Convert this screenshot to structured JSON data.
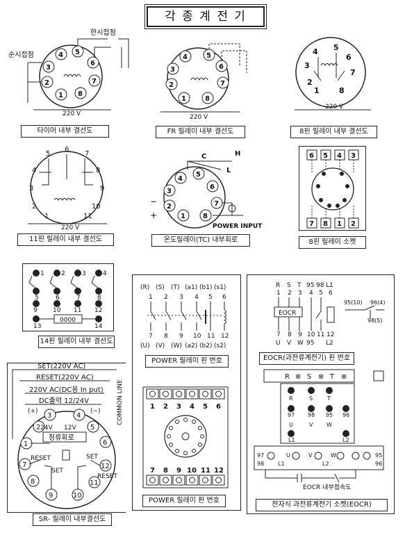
{
  "title": "각 종  계 전 기",
  "captions": {
    "timer": "타이머 내부 결선도",
    "fr": "FR 릴레이 내부 결선도",
    "pin8": "8핀 릴레이 내부 결선도",
    "pin11": "11핀 릴레이 내부 결선도",
    "tc": "온도릴레이(TC) 내부회로",
    "socket8": "8핀 릴레이 소켓",
    "pin14": "14핀 릴레이 내부 결선도",
    "power1": "POWER 릴레이 핀 번호",
    "eocr": "EOCR(과전류계전기) 핀 번호",
    "sr": "SR- 릴레이 내부결선도",
    "power2": "POWER 릴레이 핀 번호",
    "eocr_socket": "전자식 과전류계전기 소켓(EOCR)"
  },
  "timer": {
    "instant": "순시접점",
    "delay": "한시접점",
    "voltage": "220 V",
    "pins": [
      "1",
      "2",
      "3",
      "4",
      "5",
      "6",
      "7",
      "8"
    ]
  },
  "fr": {
    "voltage": "220 V",
    "pins": [
      "1",
      "2",
      "3",
      "4",
      "5",
      "6",
      "7",
      "8"
    ]
  },
  "pin8": {
    "voltage": "220 V",
    "pins": [
      "1",
      "2",
      "3",
      "4",
      "5",
      "6",
      "7",
      "8"
    ]
  },
  "pin11": {
    "voltage": "220 V",
    "pins": [
      "1",
      "2",
      "3",
      "4",
      "5",
      "6",
      "7",
      "8",
      "9",
      "10",
      "11"
    ]
  },
  "tc": {
    "c": "C",
    "h": "H",
    "l": "L",
    "minus": "−",
    "plus": "+",
    "power_input": "POWER INPUT",
    "pins": [
      "1",
      "2",
      "3",
      "4",
      "5",
      "6",
      "7",
      "8"
    ]
  },
  "socket8": {
    "top": [
      "6",
      "5",
      "4",
      "3"
    ],
    "bottom": [
      "7",
      "8",
      "1",
      "2"
    ]
  },
  "pin14": {
    "cols": [
      [
        "1",
        "5",
        "9"
      ],
      [
        "2",
        "6",
        "10"
      ],
      [
        "3",
        "7",
        "11"
      ],
      [
        "4",
        "8",
        "12"
      ]
    ],
    "bottom_left": "13",
    "bottom_right": "14",
    "coil": "0000"
  },
  "power1": {
    "top_labels": [
      "(R)",
      "(S)",
      "(T)",
      "(a1)",
      "(b1)",
      "(s1)"
    ],
    "top_pins": [
      "1",
      "2",
      "3",
      "4",
      "5",
      "6"
    ],
    "bottom_pins": [
      "7",
      "8",
      "9",
      "10",
      "11",
      "12"
    ],
    "bottom_labels": [
      "(U)",
      "(V)",
      "(W)",
      "(a2)",
      "(b2)",
      "(s2)"
    ]
  },
  "eocr": {
    "top": [
      "R",
      "S",
      "T",
      "95",
      "98",
      "L1"
    ],
    "top_nums": [
      "1",
      "2",
      "3",
      "4",
      "5",
      "6"
    ],
    "box": "EOCR",
    "bottom_nums": [
      "7",
      "8",
      "9",
      "10",
      "11",
      "12"
    ],
    "bottom": [
      "U",
      "V",
      "W",
      "95",
      "",
      "L2"
    ],
    "contact_labels": [
      "95(10)",
      "96(4)",
      "98(5)"
    ]
  },
  "sr": {
    "set": "SET(220V AC)",
    "reset": "RESET(220V AC)",
    "supply": "220V AC(DC용 In put)",
    "dc_out": "DC출력 12/24V",
    "plus": "(+)",
    "minus": "(−)",
    "common": "COMMON LINE",
    "v24": "24V",
    "v12": "12V",
    "rectifier": "정류회로",
    "reset_l": "RESET",
    "set_l": "SET",
    "set_r": "SET",
    "reset_r": "RESET",
    "pins": [
      "1",
      "2",
      "3",
      "4",
      "5",
      "6",
      "7",
      "8",
      "9",
      "10",
      "11",
      "12"
    ]
  },
  "power2": {
    "top_nums": [
      "1",
      "2",
      "3",
      "4",
      "5",
      "6"
    ],
    "bottom_nums": [
      "7",
      "8",
      "9",
      "10",
      "11",
      "12"
    ]
  },
  "eocr_socket": {
    "top_row": [
      "R",
      "⊗",
      "S",
      "⊗",
      "T",
      "⊗"
    ],
    "col_left": [
      "R",
      "97",
      "U",
      "L1"
    ],
    "col_2": [
      "S",
      "98",
      "V"
    ],
    "col_3": [
      "T",
      "95",
      "W"
    ],
    "col_right": [
      "96",
      "L2"
    ],
    "bottom_row": [
      "97",
      "98",
      "U",
      "V",
      "W",
      "L1",
      "L2",
      "95",
      "96"
    ],
    "speed": "EOCR 내부접속도"
  }
}
